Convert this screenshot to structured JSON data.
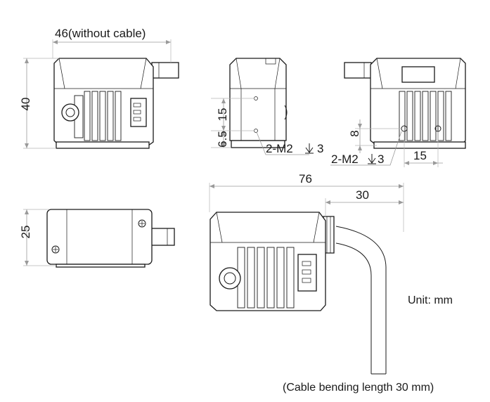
{
  "dimensions": {
    "top_width": "46(without cable)",
    "front_height": "40",
    "side_15": "15",
    "side_6_5": "6.5",
    "side_thread": "2-M2",
    "side_thread_depth": "3",
    "back_8": "8",
    "back_15": "15",
    "back_thread": "2-M2",
    "back_thread_depth": "3",
    "bottom_height": "25",
    "overall_76": "76",
    "cable_30": "30"
  },
  "notes": {
    "unit": "Unit: mm",
    "cable_bending": "(Cable bending length 30 mm)"
  },
  "colors": {
    "line": "#1a1a1a",
    "dimension": "#9a9a9a",
    "background": "#ffffff"
  }
}
